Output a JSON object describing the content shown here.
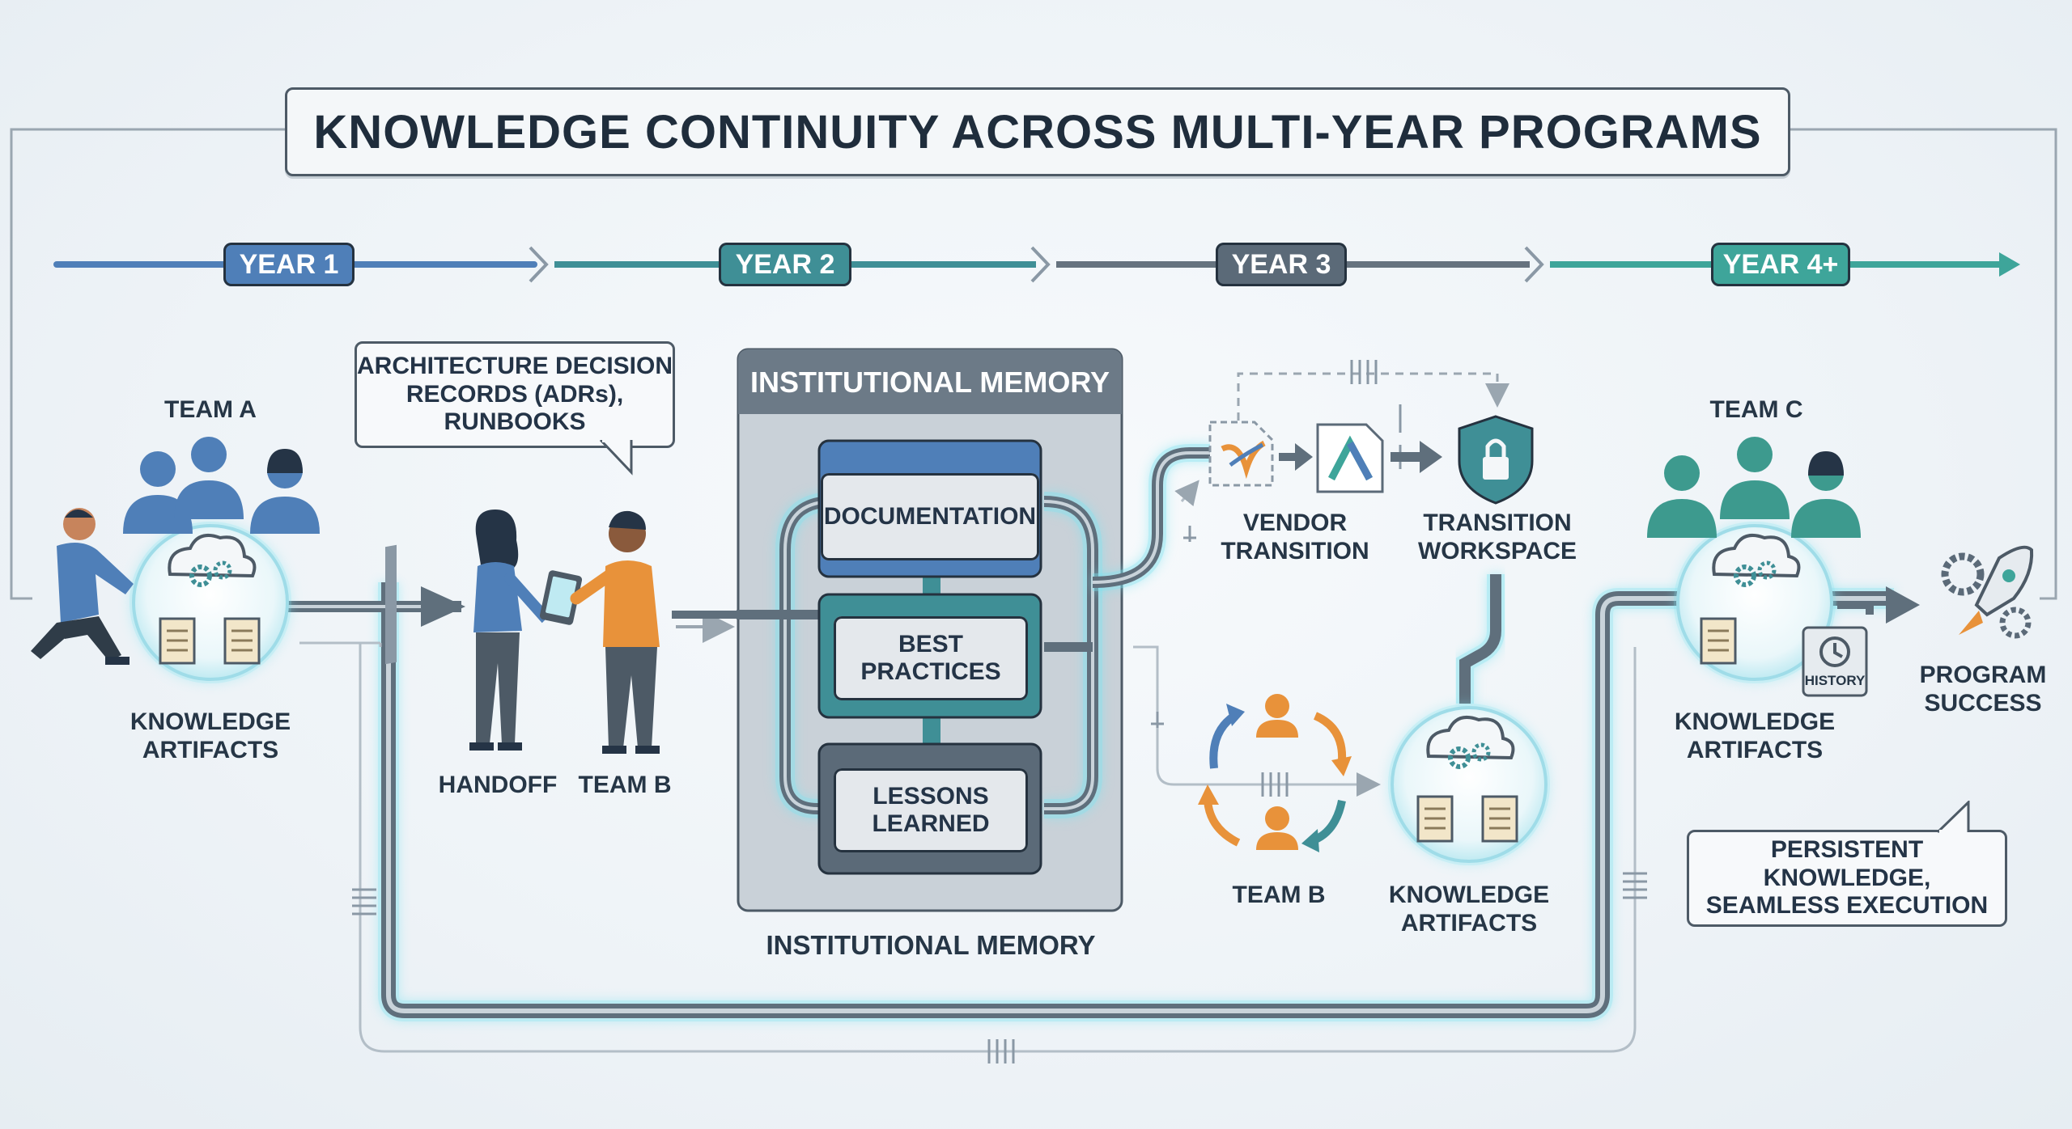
{
  "title": "KNOWLEDGE CONTINUITY ACROSS MULTI-YEAR PROGRAMS",
  "timeline": {
    "years": [
      {
        "label": "YEAR 1",
        "color": "#4f7fb8"
      },
      {
        "label": "YEAR 2",
        "color": "#3f8f96"
      },
      {
        "label": "YEAR 3",
        "color": "#5b6a78"
      },
      {
        "label": "YEAR 4+",
        "color": "#3ea59a"
      }
    ]
  },
  "team_a": {
    "label": "TEAM A",
    "artifacts_label": "KNOWLEDGE\nARTIFACTS",
    "color": "#4f7fb8"
  },
  "callout_adrs": "ARCHITECTURE DECISION\nRECORDS (ADRs),\nRUNBOOKS",
  "handoff": {
    "handoff_label": "HANDOFF",
    "team_label": "TEAM B"
  },
  "institutional_memory": {
    "header": "INSTITUTIONAL MEMORY",
    "footer": "INSTITUTIONAL MEMORY",
    "items": [
      "DOCUMENTATION",
      "BEST\nPRACTICES",
      "LESSONS\nLEARNED"
    ]
  },
  "vendor": {
    "vendor_label": "VENDOR\nTRANSITION",
    "workspace_label": "TRANSITION\nWORKSPACE"
  },
  "team_b_cycle": {
    "team_label": "TEAM B",
    "artifacts_label": "KNOWLEDGE\nARTIFACTS"
  },
  "team_c": {
    "label": "TEAM C",
    "artifacts_label": "KNOWLEDGE\nARTIFACTS",
    "history_label": "HISTORY",
    "color": "#3d9a8e"
  },
  "success": {
    "label": "PROGRAM\nSUCCESS"
  },
  "callout_persistent": "PERSISTENT KNOWLEDGE,\nSEAMLESS EXECUTION",
  "colors": {
    "accent_blue": "#4f7fb8",
    "accent_teal": "#3f8f96",
    "accent_orange": "#e8923a",
    "glow": "#7fe3f0",
    "pipe": "#6c7b88"
  }
}
